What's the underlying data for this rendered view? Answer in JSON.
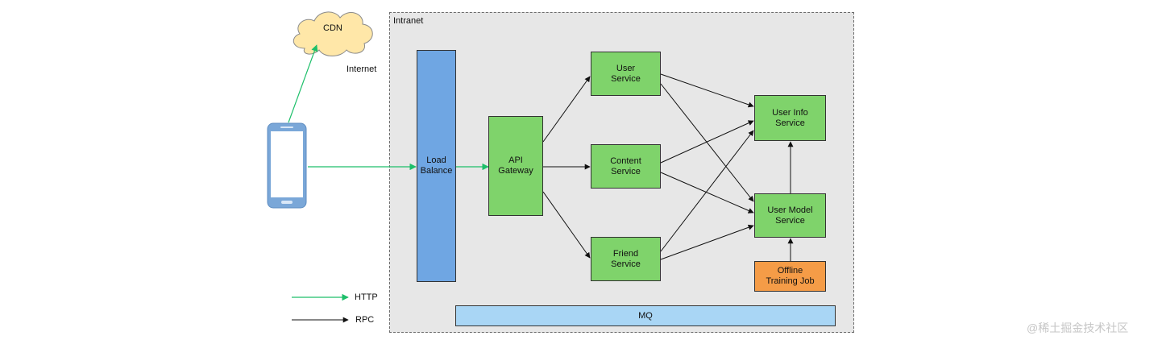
{
  "diagram": {
    "cdn": "CDN",
    "internet": "Internet",
    "intranet": "Intranet",
    "load_balance": "Load\nBalance",
    "api_gateway": "API\nGateway",
    "user_service": "User\nService",
    "content_service": "Content\nService",
    "friend_service": "Friend\nService",
    "user_info_service": "User Info\nService",
    "user_model_service": "User Model\nService",
    "offline_training_job": "Offline\nTraining Job",
    "mq": "MQ",
    "legend": {
      "http": "HTTP",
      "rpc": "RPC"
    },
    "colors": {
      "http": "#1dbf6a",
      "rpc": "#111111",
      "service": "#7fd36b",
      "load_balance": "#6fa6e3",
      "job": "#f59c47",
      "mq": "#a9d6f5",
      "intranet_bg": "#e7e7e7"
    }
  },
  "watermark": "@稀土掘金技术社区"
}
